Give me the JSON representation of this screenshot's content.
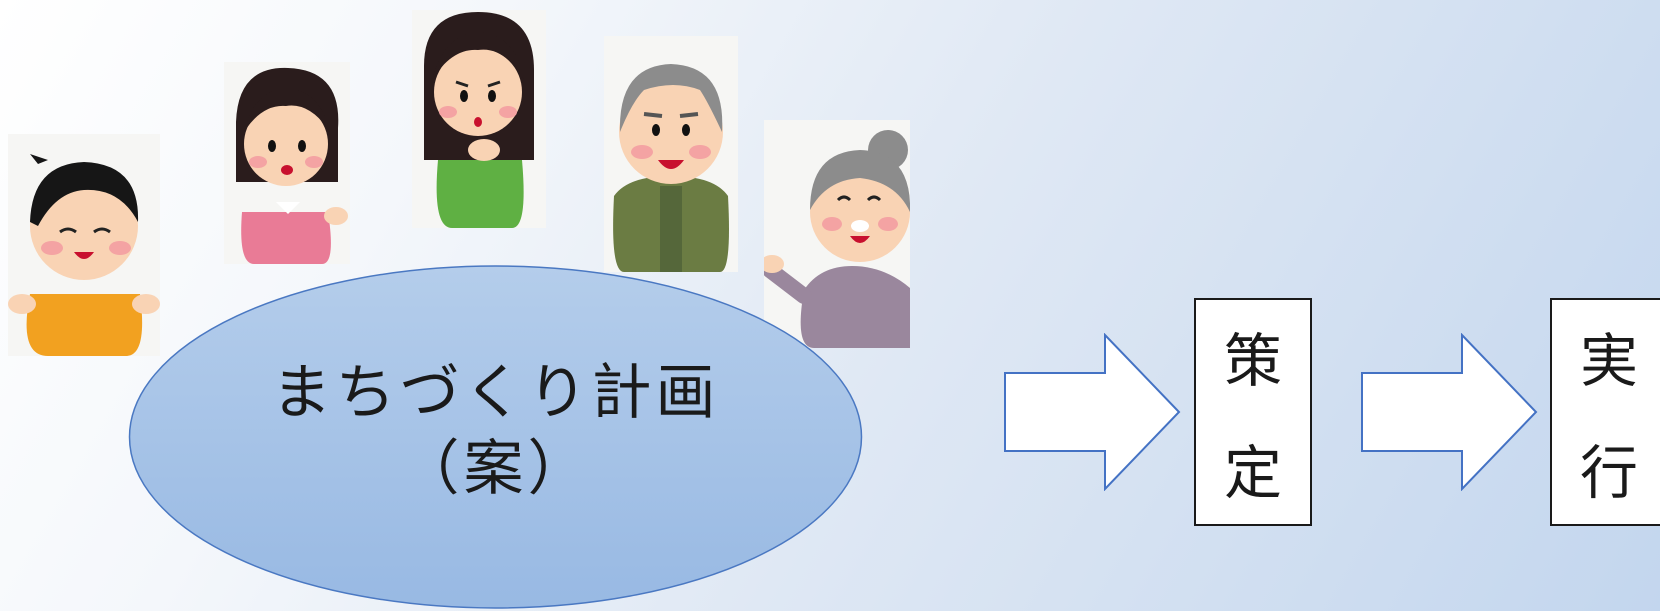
{
  "plan": {
    "line1": "まちづくり計画",
    "line2": "（案）",
    "fill": "#a4c2e8",
    "stroke": "#4a78c2"
  },
  "stages": [
    {
      "char1": "策",
      "char2": "定"
    },
    {
      "char1": "実",
      "char2": "行"
    }
  ],
  "arrow": {
    "fill": "#ffffff",
    "stroke": "#4472c4"
  },
  "people": [
    {
      "icon": "boy-shrugging-icon",
      "shirt": "#f2a120"
    },
    {
      "icon": "woman-pink-sweater-icon",
      "shirt": "#e97b96"
    },
    {
      "icon": "woman-thinking-icon",
      "shirt": "#5fb043"
    },
    {
      "icon": "old-man-icon",
      "shirt": "#6b7c43"
    },
    {
      "icon": "old-woman-pointing-icon",
      "shirt": "#9a879d"
    }
  ]
}
